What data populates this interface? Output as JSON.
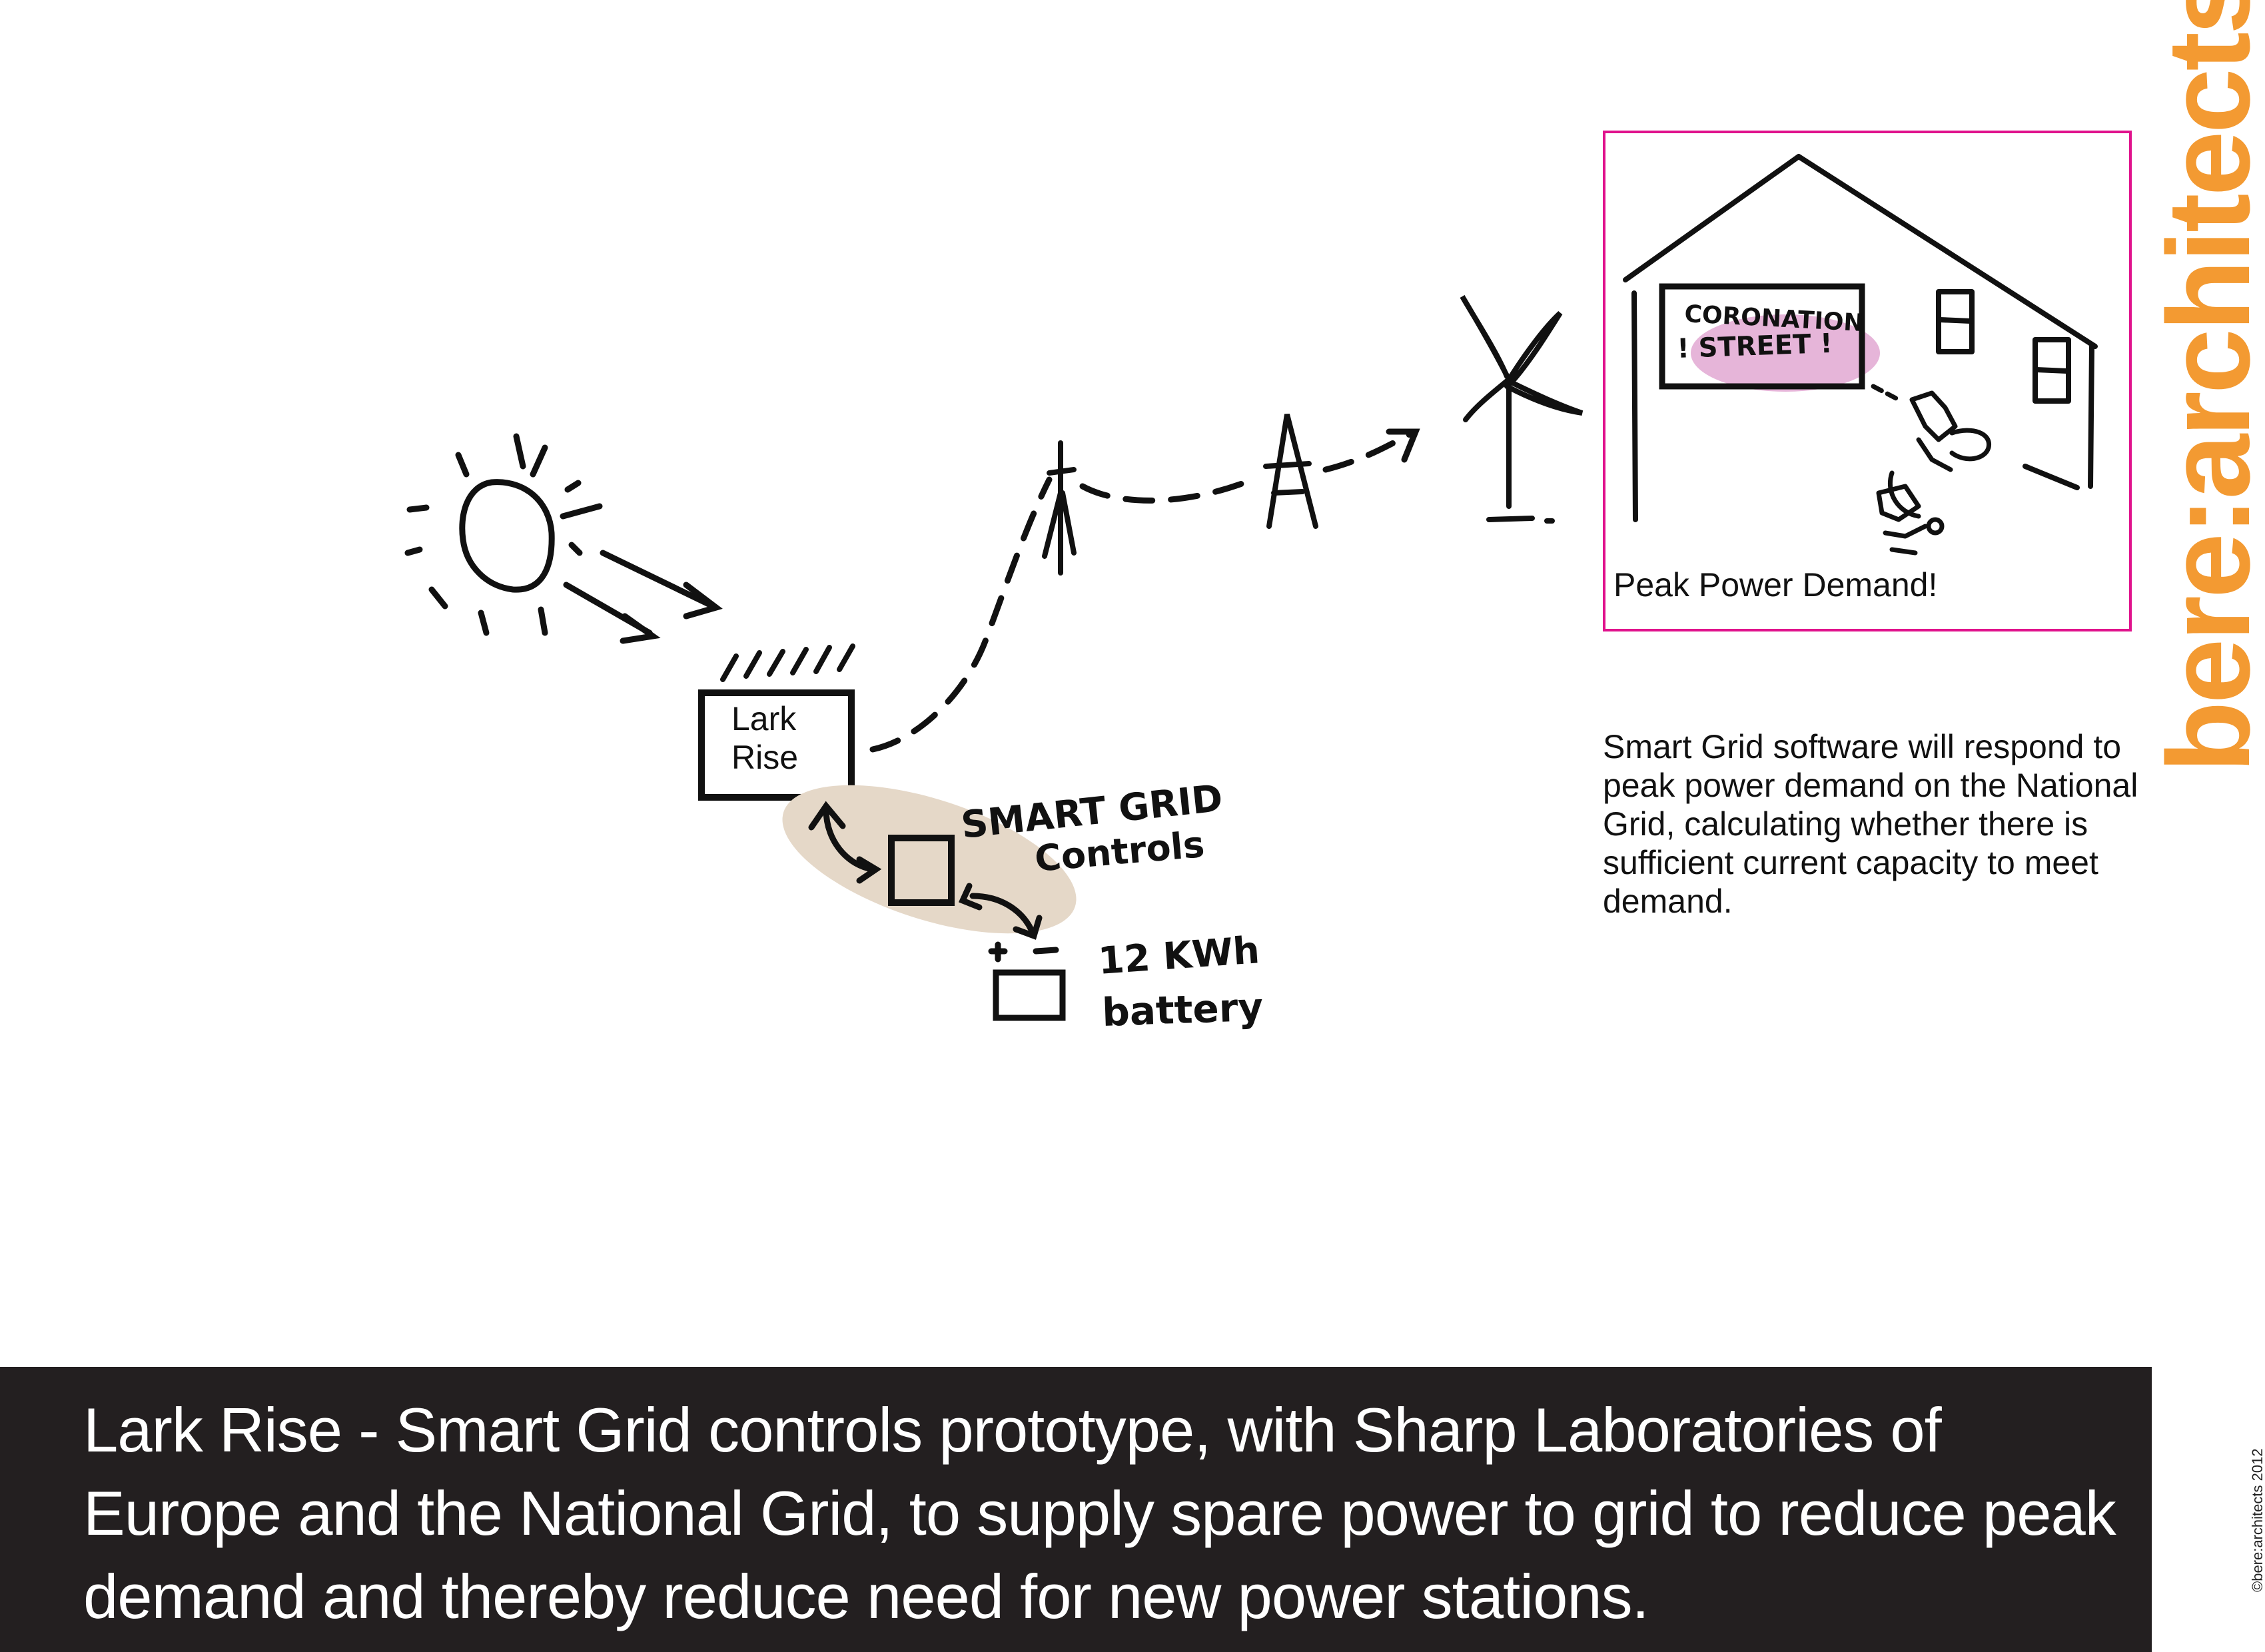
{
  "brand": {
    "name": "bere:architects",
    "copyright": "©bere:architects 2012",
    "color": "#f39a32"
  },
  "sketch": {
    "lark_rise_line1": "Lark",
    "lark_rise_line2": "Rise",
    "smart_grid_line1": "SMART GRID",
    "smart_grid_line2": "Controls",
    "battery_line1": "12 KWh",
    "battery_line2": "battery",
    "tv_line1": "CORONATION",
    "tv_line2": "! STREET !"
  },
  "panel": {
    "caption": "Peak Power Demand!",
    "border_color": "#e0128c"
  },
  "description": "Smart Grid software will respond to peak power demand on the National Grid, calculating whether there is sufficient current capacity to meet demand.",
  "footer": {
    "text": "Lark Rise - Smart Grid controls prototype, with Sharp Laboratories of Europe and the National Grid, to supply spare power to grid to reduce peak demand and thereby reduce need for new power stations."
  }
}
